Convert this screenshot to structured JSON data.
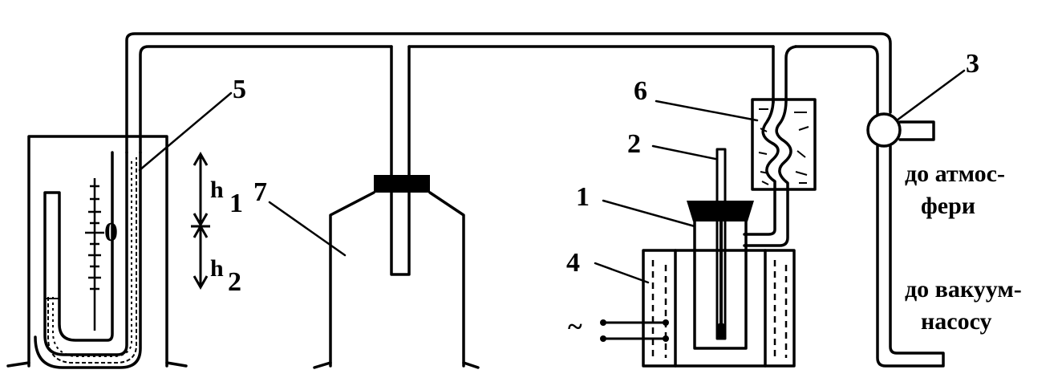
{
  "labels": {
    "n1": "1",
    "n2": "2",
    "n3": "3",
    "n4": "4",
    "n5": "5",
    "n6": "6",
    "n7": "7",
    "zero": "0",
    "h1_letter": "h",
    "h1_index": "1",
    "h2_letter": "h",
    "h2_index": "2",
    "tilde": "~",
    "atm_line1": "до атмос-",
    "atm_line2": "фери",
    "vac_line1": "до вакуум-",
    "vac_line2": "насосу"
  },
  "colors": {
    "ink": "#000000",
    "paper": "#ffffff"
  }
}
